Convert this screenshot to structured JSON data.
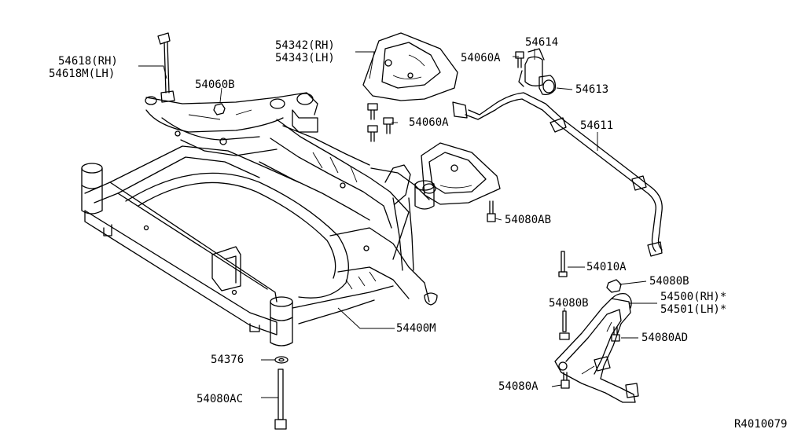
{
  "diagram": {
    "reference_code": "R4010079",
    "callouts": {
      "p54618": "54618(RH)",
      "p54618m": "54618M(LH)",
      "p54060b": "54060B",
      "p54342": "54342(RH)",
      "p54343": "54343(LH)",
      "p54060a_top": "54060A",
      "p54614": "54614",
      "p54613": "54613",
      "p54060a_mid": "54060A",
      "p54611": "54611",
      "p54080ab": "54080AB",
      "p54010a": "54010A",
      "p54080b_right": "54080B",
      "p54500": "54500(RH)*",
      "p54501": "54501(LH)*",
      "p54080b_left": "54080B",
      "p54080ad": "54080AD",
      "p54400m": "54400M",
      "p54376": "54376",
      "p54080ac": "54080AC",
      "p54080a_low": "54080A"
    }
  }
}
